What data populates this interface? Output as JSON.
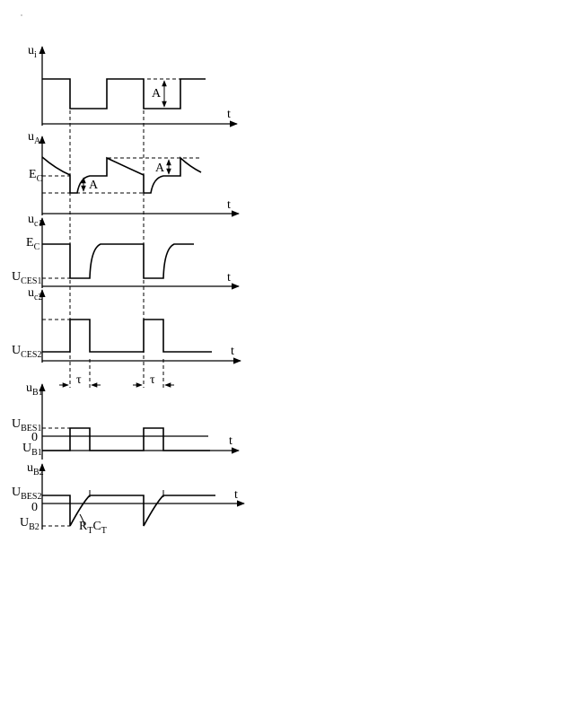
{
  "panels": [
    {
      "id": "ui",
      "y_label": "u",
      "y_sub": "i",
      "x_label": "t"
    },
    {
      "id": "uA",
      "y_label": "u",
      "y_sub": "A",
      "x_label": "t"
    },
    {
      "id": "uc1",
      "y_label": "u",
      "y_sub": "c1",
      "x_label": "t"
    },
    {
      "id": "uc2",
      "y_label": "u",
      "y_sub": "c2",
      "x_label": "t"
    },
    {
      "id": "uB1",
      "y_label": "u",
      "y_sub": "B1",
      "x_label": "t"
    },
    {
      "id": "uB2",
      "y_label": "u",
      "y_sub": "B2",
      "x_label": "t"
    }
  ],
  "levels": {
    "ec_a": {
      "main": "E",
      "sub": "C"
    },
    "ec_c1": {
      "main": "E",
      "sub": "C"
    },
    "uces1": {
      "main": "U",
      "sub": "CES1"
    },
    "uces2": {
      "main": "U",
      "sub": "CES2"
    },
    "ubes1": {
      "main": "U",
      "sub": "BES1"
    },
    "zero_b1": {
      "main": "0"
    },
    "ub1": {
      "main": "U",
      "sub": "B1"
    },
    "ubes2": {
      "main": "U",
      "sub": "BES2"
    },
    "zero_b2": {
      "main": "0"
    },
    "ub2": {
      "main": "U",
      "sub": "B2"
    }
  },
  "annotations": {
    "amplitude_ui": "A",
    "amplitude_ua_right": "A",
    "amplitude_ua_left": "A",
    "tau_left": "τ",
    "tau_right": "τ",
    "time_constant": {
      "main1": "R",
      "sub1": "T",
      "main2": "C",
      "sub2": "T"
    }
  }
}
